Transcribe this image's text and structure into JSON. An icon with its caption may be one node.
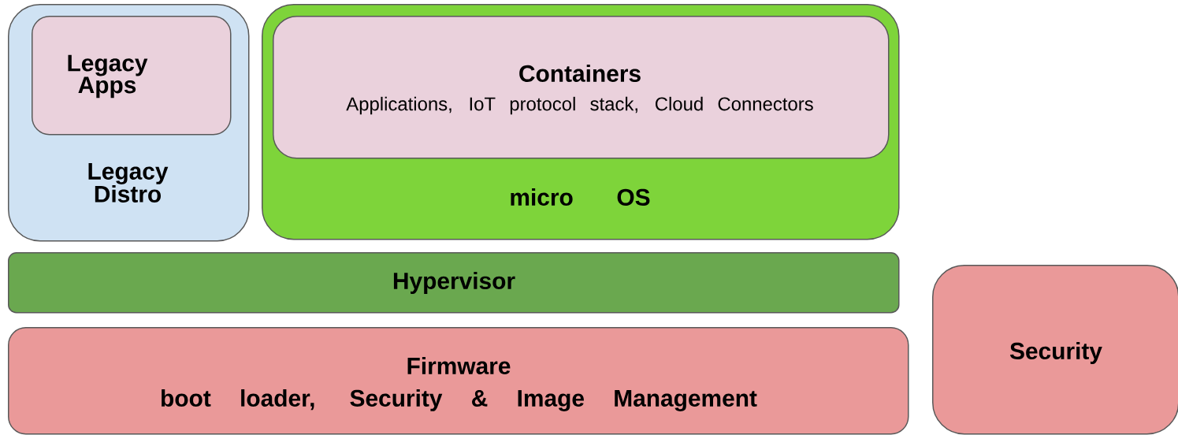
{
  "diagram": {
    "nodes": [
      {
        "text": [
          "Legacy Distro"
        ]
      },
      {
        "text": [
          "Legacy Apps"
        ],
        "in": 0
      },
      {
        "text": [
          "micro OS"
        ]
      },
      {
        "text": [
          "Containers",
          "Applications, IoT protocol stack, Cloud Connectors"
        ],
        "in": 2
      },
      {
        "text": [
          "Hypervisor"
        ]
      },
      {
        "text": [
          "Firmware",
          "boot loader, Security & Image Management"
        ]
      },
      {
        "text": [
          "Security"
        ]
      }
    ]
  }
}
